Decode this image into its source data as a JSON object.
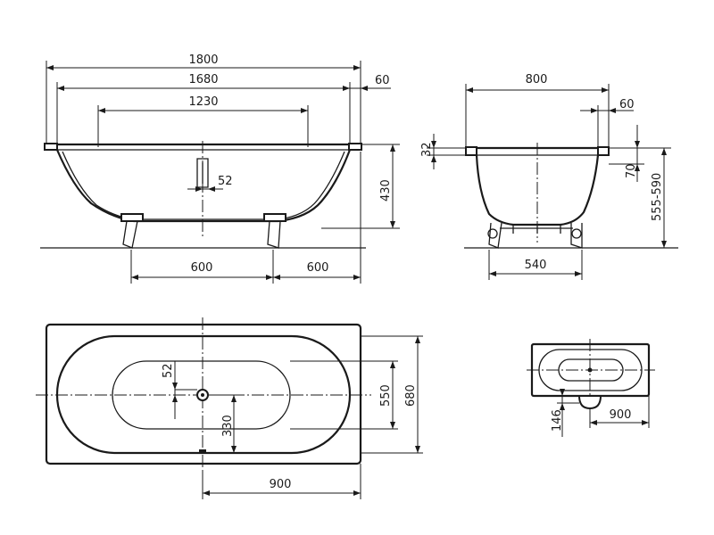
{
  "dimensions": {
    "side_length_overall": "1800",
    "side_length_inner_rim": "1680",
    "side_length_bottom": "1230",
    "rim_width": "60",
    "outlet_offset": "52",
    "side_height": "430",
    "foot_spacing_left": "600",
    "foot_spacing_right": "600",
    "end_width": "800",
    "end_rim_width": "60",
    "end_rim_thickness": "32",
    "end_rim_depth": "70",
    "end_total_height": "555-590",
    "end_foot_spacing": "540",
    "plan_outlet_offset": "52",
    "plan_outlet_to_edge": "330",
    "plan_inner_width": "550",
    "plan_outer_width": "680",
    "plan_outlet_from_end": "900",
    "small_plan_offset": "146",
    "small_plan_length": "900"
  }
}
